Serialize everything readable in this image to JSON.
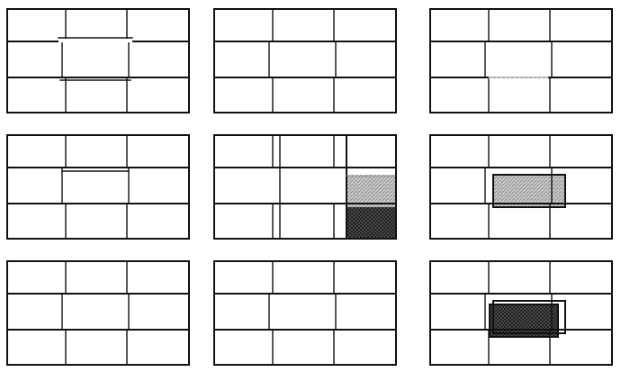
{
  "figure": {
    "layout": {
      "rows": 3,
      "cols": 3
    },
    "colors": {
      "line": "#111111",
      "gray_hatch": "#9a9a9a",
      "dark_hatch": "#2b2b2b",
      "background": "#ffffff"
    },
    "panels": [
      {
        "id": "r1c1",
        "variant": "center-block-shifted",
        "fill": "none"
      },
      {
        "id": "r1c2",
        "variant": "center-block-open",
        "fill": "none"
      },
      {
        "id": "r1c3",
        "variant": "center-block-faint-top",
        "fill": "none"
      },
      {
        "id": "r2c1",
        "variant": "center-block-dropped",
        "fill": "none"
      },
      {
        "id": "r2c2",
        "variant": "right-column-filled",
        "fill": "gray-over-dark"
      },
      {
        "id": "r2c3",
        "variant": "center-block-filled",
        "fill": "gray"
      },
      {
        "id": "r3c1",
        "variant": "center-block-open",
        "fill": "none"
      },
      {
        "id": "r3c2",
        "variant": "center-block-open",
        "fill": "none"
      },
      {
        "id": "r3c3",
        "variant": "center-block-filled",
        "fill": "dark"
      }
    ]
  }
}
